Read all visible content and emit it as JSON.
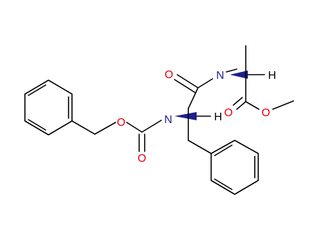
{
  "molecule": {
    "colors": {
      "bond": "#000000",
      "oxygen": "#e8000b",
      "nitrogen": "#1f1f8f",
      "hydrogen": "#000000",
      "wedge": "#1f1f8f"
    },
    "atom_labels": {
      "o_carbamate_ester": "O",
      "o_carbamate_carbonyl": "O",
      "n_phe": "N",
      "h_phe": "H",
      "o_amide": "O",
      "n_ala": "N",
      "h_ala": "H",
      "o_ester_carbonyl": "O",
      "o_ester_methoxy": "O"
    }
  }
}
